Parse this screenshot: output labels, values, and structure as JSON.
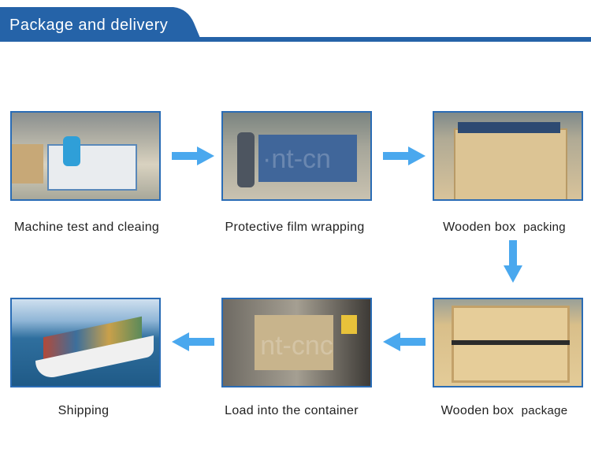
{
  "header": {
    "title": "Package and delivery"
  },
  "colors": {
    "accent": "#2563a8",
    "arrow": "#4aa8ee",
    "border": "#2a6cb5"
  },
  "steps": [
    {
      "label": "Machine test and cleaing",
      "sub": ""
    },
    {
      "label": "Protective film wrapping",
      "sub": ""
    },
    {
      "label": "Wooden box",
      "sub": "packing"
    },
    {
      "label": "Wooden box",
      "sub": "package"
    },
    {
      "label": "Load into the container",
      "sub": ""
    },
    {
      "label": "Shipping",
      "sub": ""
    }
  ],
  "icons": {
    "flow_arrow": "arrow-icon"
  }
}
